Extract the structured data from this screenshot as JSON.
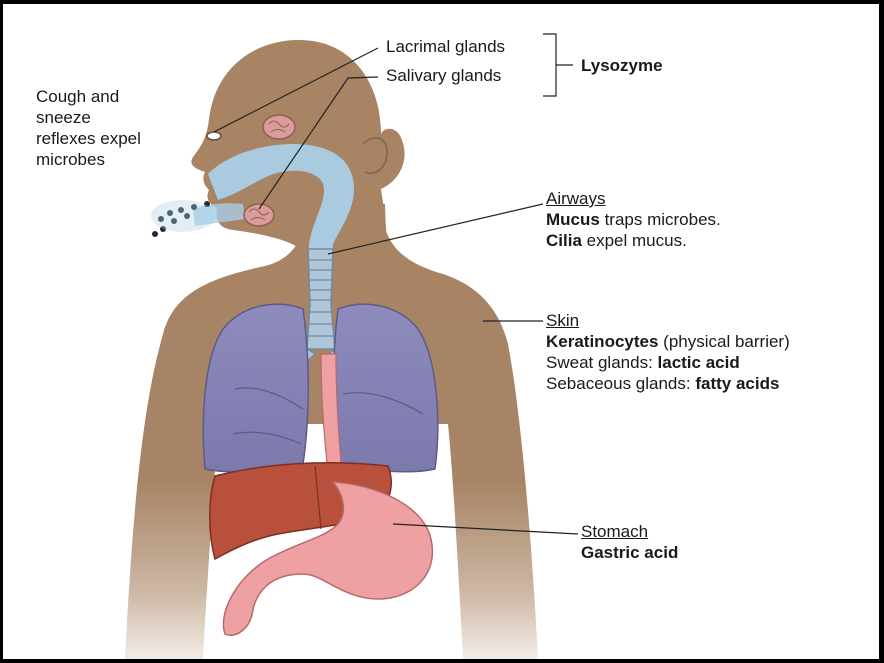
{
  "labels": {
    "lacrimal": "Lacrimal glands",
    "salivary": "Salivary glands",
    "lysozyme": "Lysozyme",
    "cough": [
      "Cough and",
      "sneeze",
      "reflexes expel",
      "microbes"
    ],
    "airways": {
      "title": "Airways",
      "line1_bold": "Mucus",
      "line1_rest": " traps microbes.",
      "line2_bold": "Cilia",
      "line2_rest": " expel mucus."
    },
    "skin": {
      "title": "Skin",
      "line1_bold": "Keratinocytes",
      "line1_rest": " (physical barrier)",
      "line2_pre": "Sweat glands: ",
      "line2_bold": "lactic acid",
      "line3_pre": "Sebaceous glands: ",
      "line3_bold": "fatty acids"
    },
    "stomach": {
      "title": "Stomach",
      "line1_bold": "Gastric acid"
    }
  },
  "colors": {
    "skin_tone": "#a88465",
    "airway": "#a9cde6",
    "lungs": "#8a88b8",
    "liver": "#b9503c",
    "stomach": "#eea0a3",
    "trachea": "#b0c7d9",
    "gland": "#d99c98"
  }
}
